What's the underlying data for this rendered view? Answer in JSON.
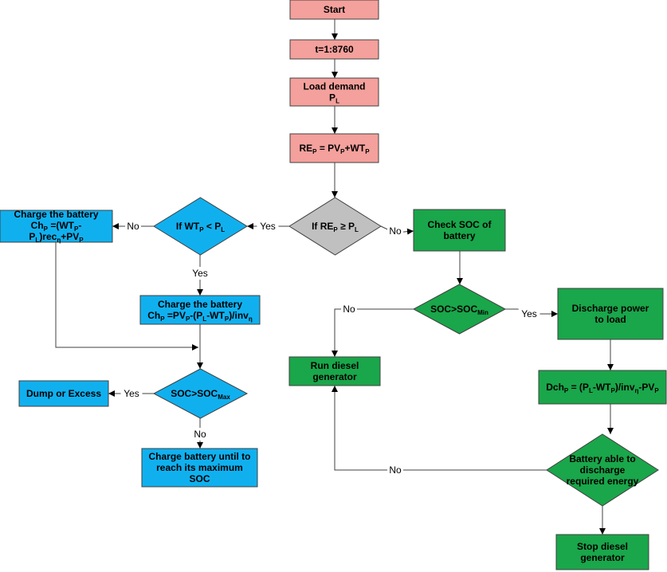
{
  "colors": {
    "pink": "#f4a09c",
    "blue": "#10b0ef",
    "gray": "#c0c0c0",
    "green": "#1aa64a",
    "stroke": "#404040",
    "line": "#404040"
  },
  "nodes": {
    "start": {
      "lines": [
        "Start"
      ]
    },
    "loop": {
      "lines": [
        "t=1:8760"
      ]
    },
    "load": {
      "lines": [
        "Load demand",
        "P<sub>L</sub>"
      ]
    },
    "rep": {
      "lines": [
        "RE<sub>P</sub> = PV<sub>P</sub>+WT<sub>P</sub>"
      ]
    },
    "if_re": {
      "lines": [
        "If RE<sub>P</sub> ≥ P<sub>L</sub>"
      ]
    },
    "if_wt": {
      "lines": [
        "If WT<sub>P</sub> < P<sub>L</sub>"
      ]
    },
    "charge1": {
      "lines": [
        "Charge the battery",
        "Ch<sub>P</sub> =(WT<sub>P</sub>-",
        "P<sub>L</sub>)rec<sub>η</sub>+PV<sub>P</sub>"
      ]
    },
    "charge2": {
      "lines": [
        "Charge the battery",
        "Ch<sub>P</sub> =PV<sub>P</sub>-(P<sub>L</sub>-WT<sub>P</sub>)/inv<sub>η</sub>"
      ]
    },
    "soc_max": {
      "lines": [
        "SOC>SOC<sub>Max</sub>"
      ]
    },
    "dump": {
      "lines": [
        "Dump or Excess"
      ]
    },
    "charge_until": {
      "lines": [
        "Charge battery until to",
        "reach its maximum",
        "SOC"
      ]
    },
    "check_soc": {
      "lines": [
        "Check SOC of",
        "battery"
      ]
    },
    "soc_min": {
      "lines": [
        "SOC>SOC<sub>Min</sub>"
      ]
    },
    "run_diesel": {
      "lines": [
        "Run diesel",
        "generator"
      ]
    },
    "discharge": {
      "lines": [
        "Discharge power",
        "to load"
      ]
    },
    "dch": {
      "lines": [
        "Dch<sub>P</sub> = (P<sub>L</sub>-WT<sub>P</sub>)/inv<sub>η</sub>-PV<sub>P</sub>"
      ]
    },
    "able": {
      "lines": [
        "Battery able to",
        "discharge",
        "required energy"
      ]
    },
    "stop": {
      "lines": [
        "Stop diesel",
        "generator"
      ]
    }
  },
  "edge_labels": {
    "re_yes": "Yes",
    "re_no": "No",
    "wt_no": "No",
    "wt_yes": "Yes",
    "socmax_yes": "Yes",
    "socmax_no": "No",
    "socmin_no": "No",
    "socmin_yes": "Yes",
    "able_no": "No"
  }
}
